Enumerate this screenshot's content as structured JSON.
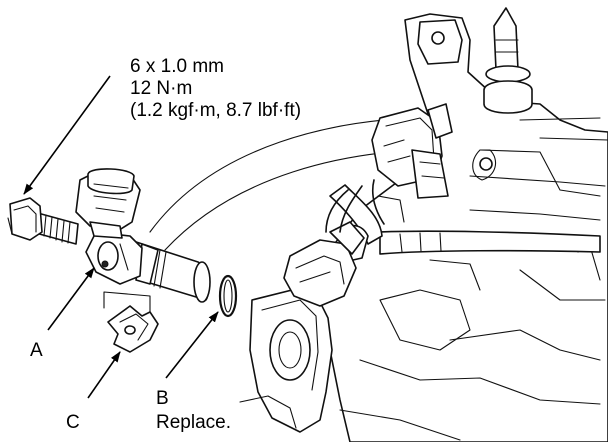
{
  "callouts": {
    "spec": {
      "line1": "6 x 1.0 mm",
      "line2": "12 N·m",
      "line3": "(1.2 kgf·m, 8.7 lbf·ft)"
    },
    "a": {
      "letter": "A"
    },
    "b": {
      "letter": "B",
      "note": "Replace."
    },
    "c": {
      "letter": "C"
    }
  }
}
